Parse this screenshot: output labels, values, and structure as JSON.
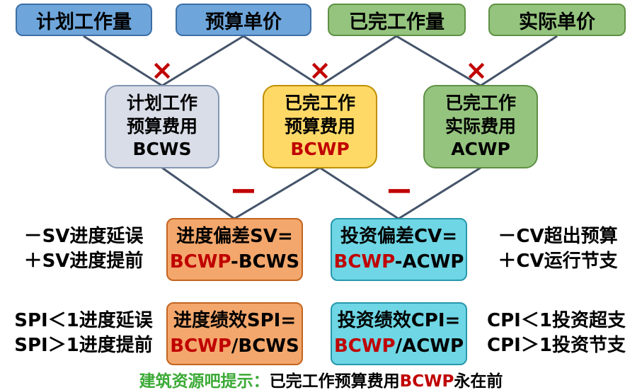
{
  "colors": {
    "line": "#44546a",
    "operator_red": "#c00000",
    "bcwp_red": "#c00000",
    "blue_box": "#6ea6db",
    "green_box": "#94c47e",
    "gray_box": "#d8dde8",
    "yellow_box": "#ffd966",
    "orange_box": "#f3a76c",
    "cyan_box": "#6ed6e4",
    "caption_green": "#3baa36"
  },
  "top_row": [
    {
      "label": "计划工作量"
    },
    {
      "label": "预算单价"
    },
    {
      "label": "已完工作量"
    },
    {
      "label": "实际单价"
    }
  ],
  "mid_row": [
    {
      "line1": "计划工作",
      "line2": "预算费用",
      "code": "BCWS"
    },
    {
      "line1": "已完工作",
      "line2": "预算费用",
      "code": "BCWP"
    },
    {
      "line1": "已完工作",
      "line2": "实际费用",
      "code": "ACWP"
    }
  ],
  "operators": {
    "multiply": "×",
    "minus": "−"
  },
  "formulas": [
    {
      "title": "进度偏差SV=",
      "lead": "BCWP",
      "tail": "-BCWS"
    },
    {
      "title": "投资偏差CV=",
      "lead": "BCWP",
      "tail": "-ACWP"
    },
    {
      "title": "进度绩效SPI=",
      "lead": "BCWP",
      "tail": "/BCWS"
    },
    {
      "title": "投资绩效CPI=",
      "lead": "BCWP",
      "tail": "/ACWP"
    }
  ],
  "notes": [
    {
      "line1": "－SV进度延误",
      "line2": "＋SV进度提前"
    },
    {
      "line1": "－CV超出预算",
      "line2": "＋CV运行节支"
    },
    {
      "line1": "SPI＜1进度延误",
      "line2": "SPI＞1进度提前"
    },
    {
      "line1": "CPI＜1投资超支",
      "line2": "CPI＞1投资节支"
    }
  ],
  "caption": {
    "green": "建筑资源吧提示：",
    "black1": "已完工作预算费用",
    "red": "BCWP",
    "black2": "永在前"
  }
}
